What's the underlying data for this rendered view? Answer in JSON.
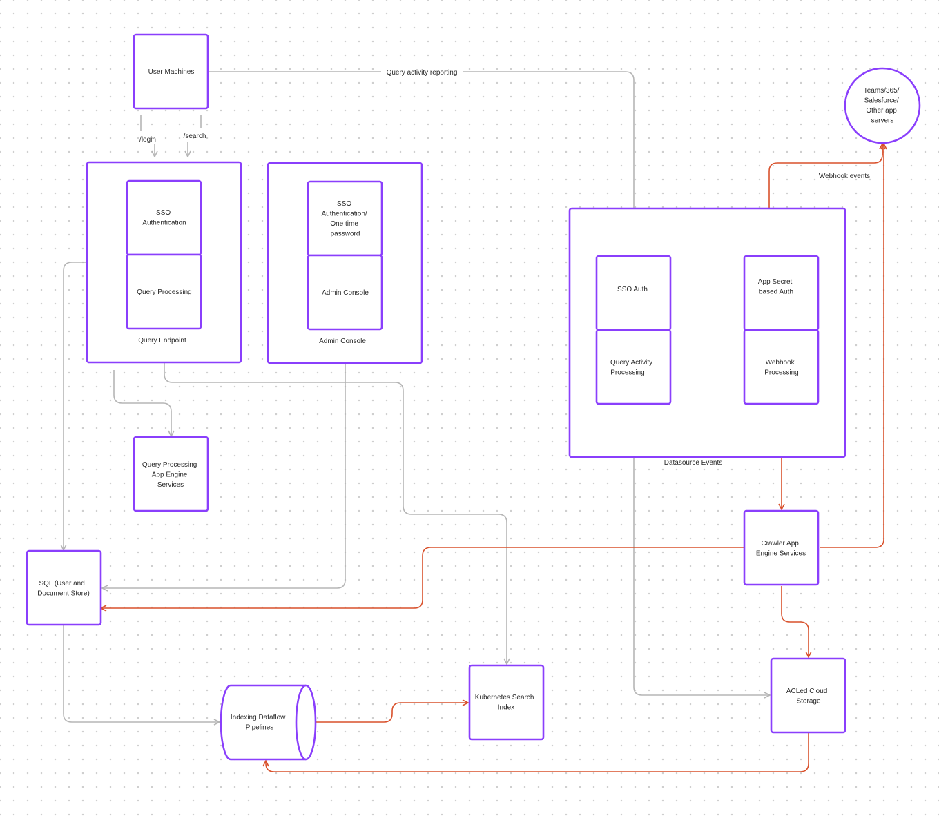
{
  "colors": {
    "box_border": "#8a3ffc",
    "gray_connector": "#b5b5b5",
    "orange_connector": "#d9512c",
    "text": "#2a2a2a"
  },
  "nodes": {
    "user_machines": "User Machines",
    "external_servers": [
      "Teams/365/",
      "Salesforce/",
      "Other app",
      "servers"
    ],
    "query_endpoint": {
      "label": "Query Endpoint",
      "sso": [
        "SSO",
        "Authentication"
      ],
      "processing": "Query Processing"
    },
    "admin_console": {
      "label": "Admin Console",
      "sso": [
        "SSO",
        "Authentication/",
        "One time",
        "password"
      ],
      "console": "Admin Console"
    },
    "datasource_events": {
      "label": "Datasource Events",
      "sso_auth": "SSO Auth",
      "query_activity": [
        "Query Activity",
        "Processing"
      ],
      "app_secret": [
        "App Secret",
        "based Auth"
      ],
      "webhook": [
        "Webhook",
        "Processing"
      ]
    },
    "query_processing_services": [
      "Query Processing",
      "App Engine",
      "Services"
    ],
    "crawler": [
      "Crawler App",
      "Engine Services"
    ],
    "sql": [
      "SQL (User and",
      "Document Store)"
    ],
    "indexing": [
      "Indexing Dataflow",
      "Pipelines"
    ],
    "kubernetes": [
      "Kubernetes Search",
      "Index"
    ],
    "storage": [
      "ACLed Cloud",
      "Storage"
    ]
  },
  "edge_labels": {
    "login": "/login",
    "search": "/search",
    "query_activity_reporting": "Query activity reporting",
    "webhook_events": "Webhook events"
  }
}
